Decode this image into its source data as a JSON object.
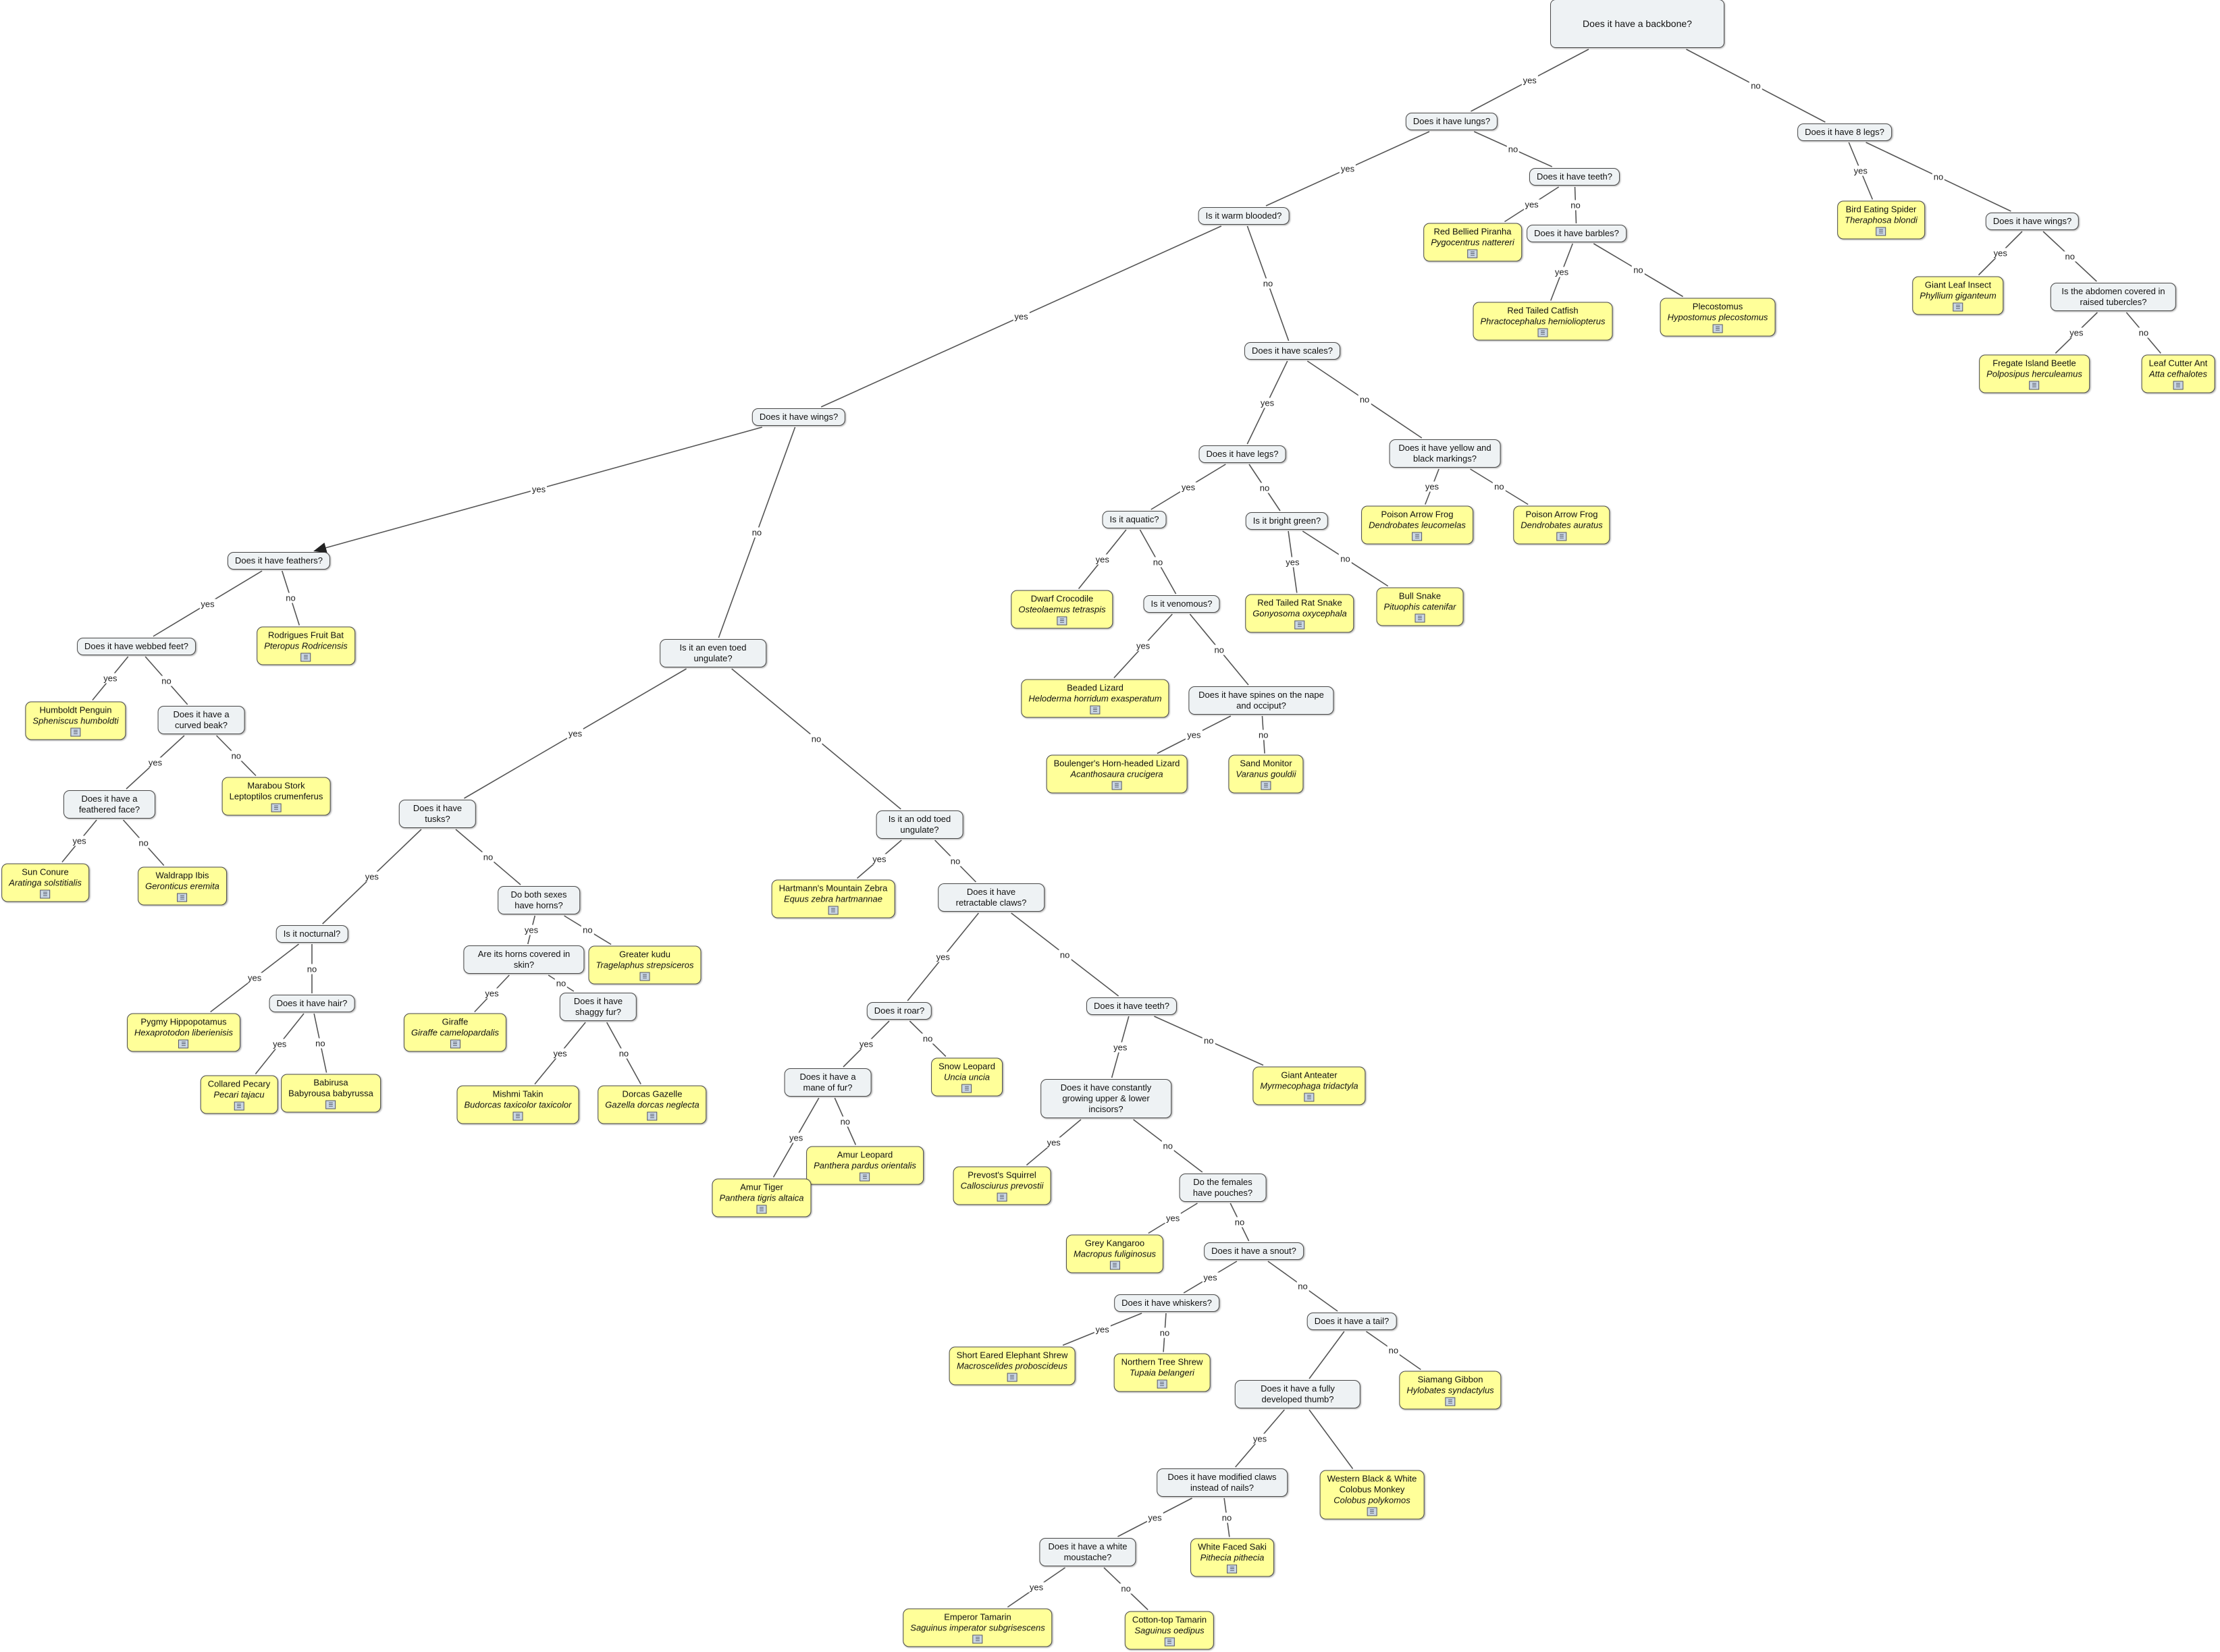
{
  "nodes": {
    "root": "Does it have a backbone?",
    "lungs": "Does it have lungs?",
    "legs8": "Does it have 8 legs?",
    "teeth1": "Does it have teeth?",
    "warm": "Is it warm blooded?",
    "barbles": "Does it have barbles?",
    "wings1": "Does it have wings?",
    "abdomen": "Is the abdomen covered in raised tubercles?",
    "scales": "Does it have scales?",
    "wings2": "Does it have wings?",
    "legs": "Does it have legs?",
    "yellowblack": "Does it have yellow and black markings?",
    "aquatic": "Is it aquatic?",
    "brightgreen": "Is it bright green?",
    "feathers": "Does it have feathers?",
    "webbed": "Does it have webbed feet?",
    "venomous": "Is it venomous?",
    "eventoed": "Is it an even toed ungulate?",
    "curvedbeak": "Does it have a curved beak?",
    "spines": "Does it have spines on the nape and occiput?",
    "featheredface": "Does it have a feathered face?",
    "tusks": "Does it have tusks?",
    "oddtoed": "Is it an odd toed ungulate?",
    "bothhorns": "Do both sexes have horns?",
    "retractable": "Does it have retractable claws?",
    "nocturnal": "Is it nocturnal?",
    "hornsskin": "Are its horns covered in skin?",
    "hair": "Does it have hair?",
    "shaggy": "Does it have shaggy fur?",
    "roar": "Does it roar?",
    "teeth2": "Does it have teeth?",
    "mane": "Does it have a mane of fur?",
    "incisors": "Does it have constantly growing upper & lower incisors?",
    "pouches": "Do the females have pouches?",
    "snout": "Does it have a snout?",
    "whiskers": "Does it have whiskers?",
    "tail": "Does it have a tail?",
    "thumb": "Does it have a fully developed thumb?",
    "nails": "Does it have modified claws instead of nails?",
    "moustache": "Does it have a white moustache?"
  },
  "animals": {
    "spider": {
      "name": "Bird Eating Spider",
      "sci": "Theraphosa blondi"
    },
    "piranha": {
      "name": "Red Bellied Piranha",
      "sci": "Pygocentrus nattereri"
    },
    "leafinsect": {
      "name": "Giant Leaf Insect",
      "sci": "Phyllium giganteum"
    },
    "catfish": {
      "name": "Red Tailed Catfish",
      "sci": "Phractocephalus hemioliopterus"
    },
    "pleco": {
      "name": "Plecostomus",
      "sci": "Hypostomus plecostomus"
    },
    "beetle": {
      "name": "Fregate Island Beetle",
      "sci": "Polposipus herculeamus"
    },
    "ant": {
      "name": "Leaf Cutter Ant",
      "sci": "Atta cefhalotes"
    },
    "frog1": {
      "name": "Poison Arrow Frog",
      "sci": "Dendrobates leucomelas"
    },
    "frog2": {
      "name": "Poison Arrow Frog",
      "sci": "Dendrobates auratus"
    },
    "crocodile": {
      "name": "Dwarf Crocodile",
      "sci": "Osteolaemus tetraspis"
    },
    "ratsnake": {
      "name": "Red Tailed Rat Snake",
      "sci": "Gonyosoma oxycephala"
    },
    "bullsnake": {
      "name": "Bull Snake",
      "sci": "Pituophis catenifar"
    },
    "fruitbat": {
      "name": "Rodrigues Fruit Bat",
      "sci": "Pteropus Rodricensis"
    },
    "penguin": {
      "name": "Humboldt Penguin",
      "sci": "Spheniscus humboldti"
    },
    "beaded": {
      "name": "Beaded Lizard",
      "sci": "Heloderma horridum exasperatum"
    },
    "stork": {
      "name": "Marabou Stork",
      "name2": "Leptoptilos crumenferus"
    },
    "boulenger": {
      "name": "Boulenger's Horn-headed Lizard",
      "sci": "Acanthosaura crucigera"
    },
    "monitor": {
      "name": "Sand Monitor",
      "sci": "Varanus gouldii"
    },
    "conure": {
      "name": "Sun Conure",
      "sci": "Aratinga solstitialis"
    },
    "ibis": {
      "name": "Waldrapp Ibis",
      "sci": "Geronticus eremita"
    },
    "zebra": {
      "name": "Hartmann's Mountain Zebra",
      "sci": "Equus zebra hartmannae"
    },
    "kudu": {
      "name": "Greater kudu",
      "sci": "Tragelaphus strepsiceros"
    },
    "hippo": {
      "name": "Pygmy Hippopotamus",
      "sci": "Hexaprotodon liberienisis"
    },
    "giraffe": {
      "name": "Giraffe",
      "sci": "Giraffe camelopardalis"
    },
    "peccary": {
      "name": "Collared Pecary",
      "sci": "Pecari tajacu"
    },
    "babirusa": {
      "name": "Babirusa",
      "name2": "Babyrousa babyrussa"
    },
    "snowleopard": {
      "name": "Snow Leopard",
      "sci": "Uncia uncia"
    },
    "takin": {
      "name": "Mishmi Takin",
      "sci": "Budorcas taxicolor taxicolor"
    },
    "gazelle": {
      "name": "Dorcas Gazelle",
      "sci": "Gazella dorcas neglecta"
    },
    "anteater": {
      "name": "Giant Anteater",
      "sci": "Myrmecophaga tridactyla"
    },
    "amurleopard": {
      "name": "Amur Leopard",
      "sci": "Panthera pardus orientalis"
    },
    "squirrel": {
      "name": "Prevost's Squirrel",
      "sci": "Callosciurus prevostii"
    },
    "tiger": {
      "name": "Amur Tiger",
      "sci": "Panthera tigris altaica"
    },
    "kangaroo": {
      "name": "Grey Kangaroo",
      "sci": "Macropus fuliginosus"
    },
    "shrew": {
      "name": "Short Eared Elephant Shrew",
      "sci": "Macroscelides proboscideus"
    },
    "treeshrew": {
      "name": "Northern Tree Shrew",
      "sci": "Tupaia belangeri"
    },
    "gibbon": {
      "name": "Siamang Gibbon",
      "sci": "Hylobates syndactylus"
    },
    "colobus": {
      "name": "Western Black & White",
      "name2": "Colobus Monkey",
      "sci": "Colobus polykomos"
    },
    "saki": {
      "name": "White Faced Saki",
      "sci": "Pithecia pithecia"
    },
    "emperor": {
      "name": "Emperor Tamarin",
      "sci": "Saguinus imperator subgrisescens"
    },
    "cottontop": {
      "name": "Cotton-top Tamarin",
      "sci": "Saguinus oedipus"
    }
  },
  "labels": {
    "yes": "yes",
    "no": "no"
  },
  "colors": {
    "question_fill": "#eef2f4",
    "answer_fill": "#ffff99",
    "border": "#4a4a4a",
    "edge": "#555555"
  }
}
